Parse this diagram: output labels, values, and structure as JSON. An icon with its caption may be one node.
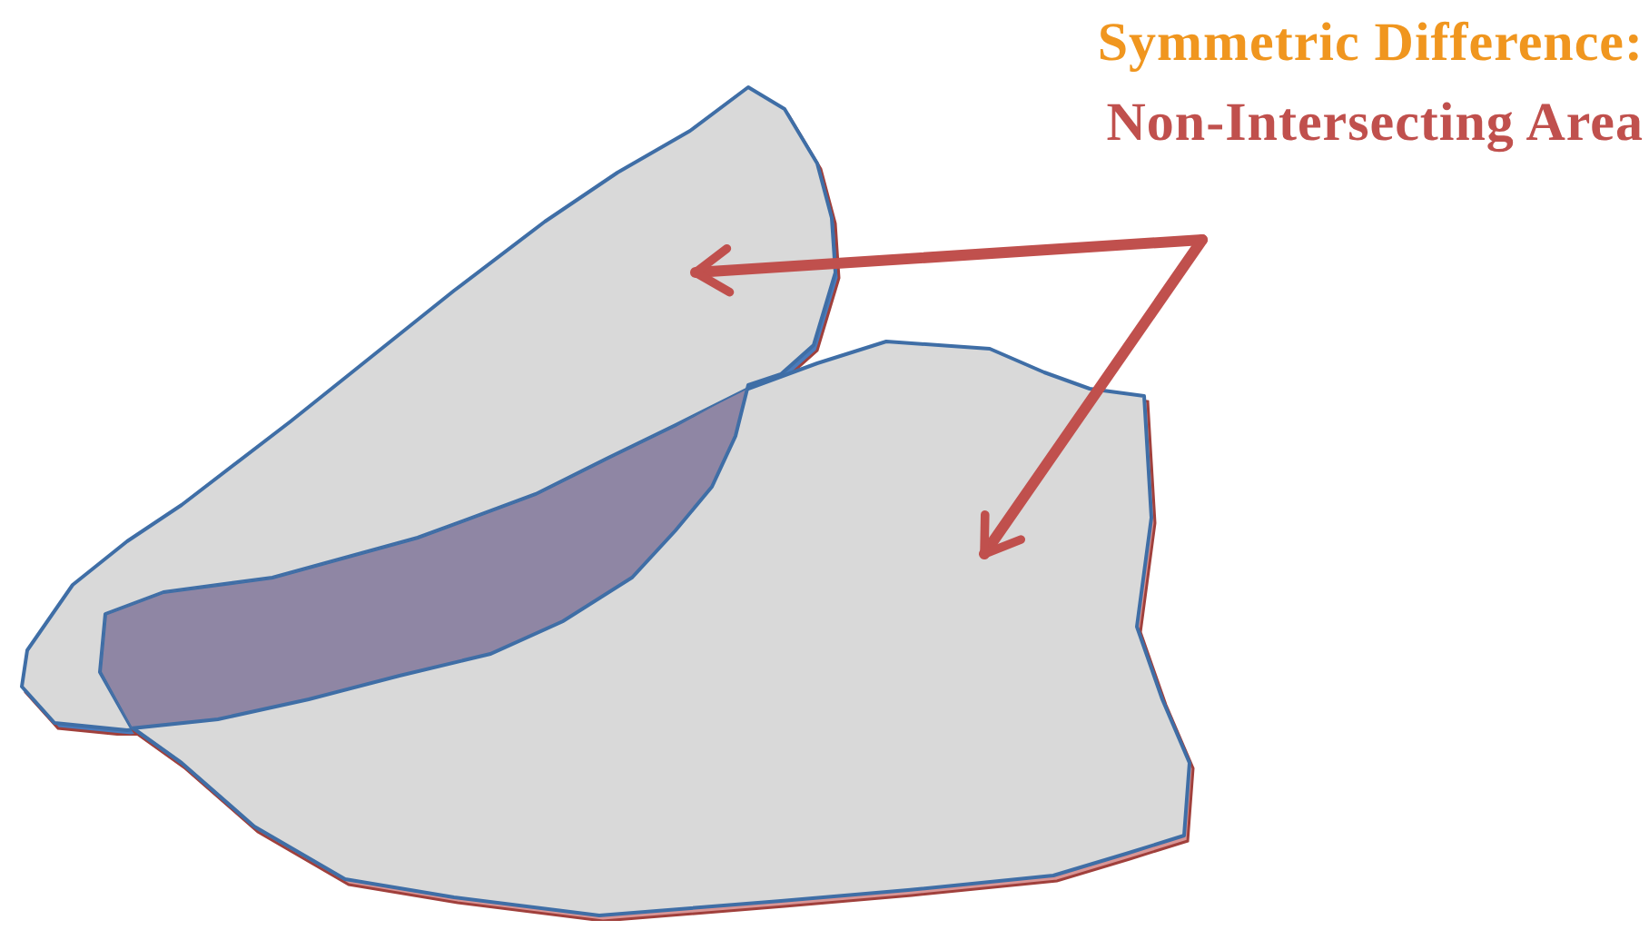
{
  "diagram": {
    "nodes": [
      {
        "text": [
          "Symmetric Difference:",
          "Non-Intersecting Area"
        ]
      },
      {
        "text": [],
        "shape": "polygon"
      },
      {
        "text": [],
        "shape": "polygon"
      },
      {
        "text": [],
        "shape": "polygon"
      }
    ],
    "edges": [
      {
        "from": 0,
        "to": 1,
        "arrow": "to"
      },
      {
        "from": 0,
        "to": 2,
        "arrow": "to"
      }
    ]
  }
}
